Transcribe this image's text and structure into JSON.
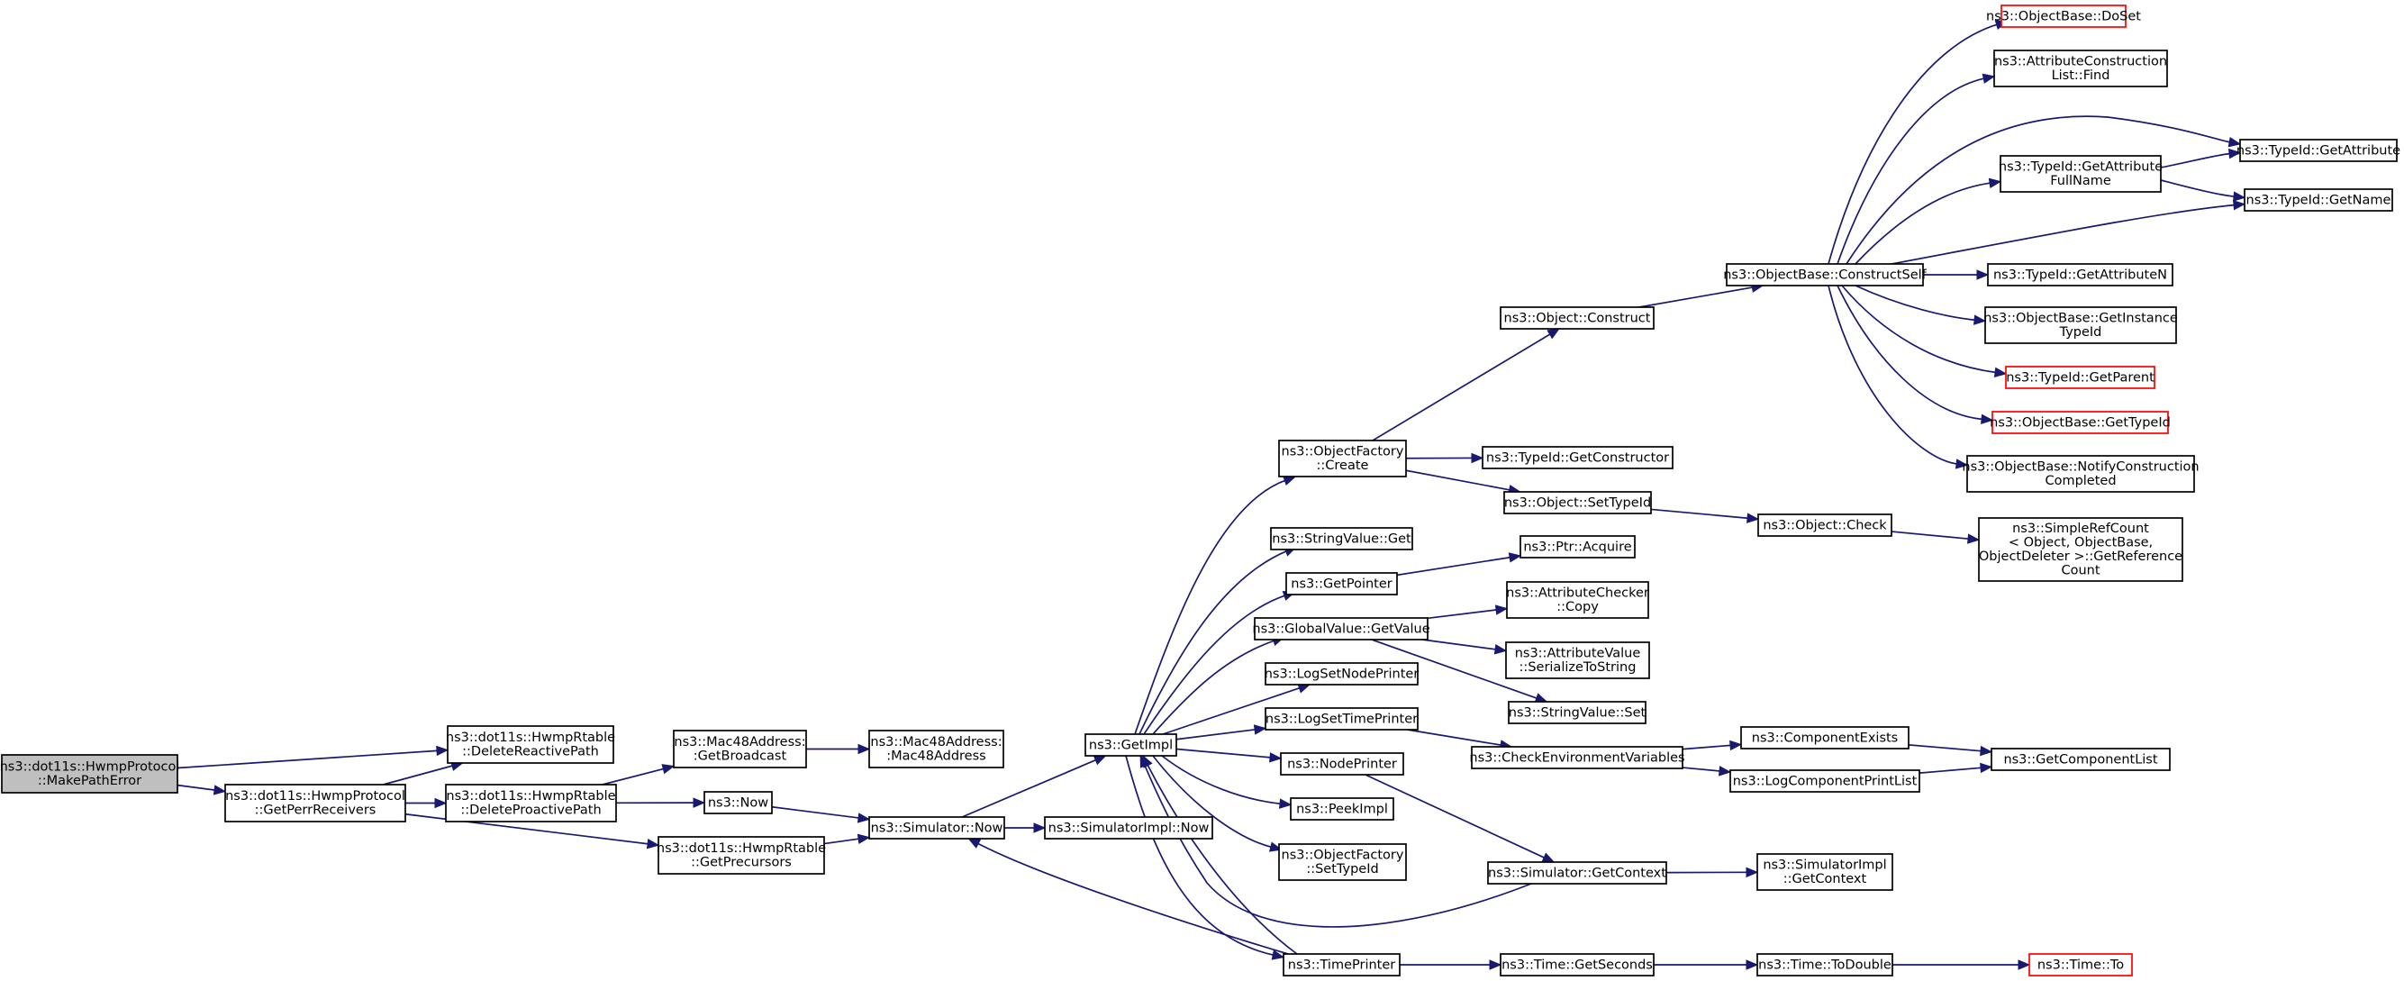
{
  "graph": {
    "kind": "doxygen call graph",
    "colors": {
      "edge": "#191970",
      "root_fill": "#bfbfbf",
      "node_fill": "#ffffff",
      "node_border": "#000000",
      "truncated_border": "#ff0000"
    },
    "nodes": [
      {
        "id": "makepatherror",
        "lines": [
          "ns3::dot11s::HwmpProtocol",
          "::MakePathError"
        ],
        "root": true
      },
      {
        "id": "deletereactivepath",
        "lines": [
          "ns3::dot11s::HwmpRtable",
          "::DeleteReactivePath"
        ]
      },
      {
        "id": "getperrreceivers",
        "lines": [
          "ns3::dot11s::HwmpProtocol",
          "::GetPerrReceivers"
        ]
      },
      {
        "id": "deleteproactivepath",
        "lines": [
          "ns3::dot11s::HwmpRtable",
          "::DeleteProactivePath"
        ]
      },
      {
        "id": "getprecursors",
        "lines": [
          "ns3::dot11s::HwmpRtable",
          "::GetPrecursors"
        ]
      },
      {
        "id": "getbroadcast",
        "lines": [
          "ns3::Mac48Address:",
          ":GetBroadcast"
        ]
      },
      {
        "id": "mac48address",
        "lines": [
          "ns3::Mac48Address:",
          ":Mac48Address"
        ]
      },
      {
        "id": "now",
        "lines": [
          "ns3::Now"
        ]
      },
      {
        "id": "simulatornow",
        "lines": [
          "ns3::Simulator::Now"
        ]
      },
      {
        "id": "simimplnow",
        "lines": [
          "ns3::SimulatorImpl::Now"
        ]
      },
      {
        "id": "getimpl",
        "lines": [
          "ns3::GetImpl"
        ]
      },
      {
        "id": "objectfactorycreate",
        "lines": [
          "ns3::ObjectFactory",
          "::Create"
        ]
      },
      {
        "id": "stringvalueget",
        "lines": [
          "ns3::StringValue::Get"
        ]
      },
      {
        "id": "getpointer",
        "lines": [
          "ns3::GetPointer"
        ]
      },
      {
        "id": "globalvaluegetvalue",
        "lines": [
          "ns3::GlobalValue::GetValue"
        ]
      },
      {
        "id": "logsetnodeprinter",
        "lines": [
          "ns3::LogSetNodePrinter"
        ]
      },
      {
        "id": "logsettimeprinter",
        "lines": [
          "ns3::LogSetTimePrinter"
        ]
      },
      {
        "id": "nodeprinter",
        "lines": [
          "ns3::NodePrinter"
        ]
      },
      {
        "id": "peekimpl",
        "lines": [
          "ns3::PeekImpl"
        ]
      },
      {
        "id": "objectfactorysettypeid",
        "lines": [
          "ns3::ObjectFactory",
          "::SetTypeId"
        ]
      },
      {
        "id": "timeprinter",
        "lines": [
          "ns3::TimePrinter"
        ]
      },
      {
        "id": "objectconstruct",
        "lines": [
          "ns3::Object::Construct"
        ]
      },
      {
        "id": "typeidgetconstructor",
        "lines": [
          "ns3::TypeId::GetConstructor"
        ]
      },
      {
        "id": "objectsettypeid",
        "lines": [
          "ns3::Object::SetTypeId"
        ]
      },
      {
        "id": "ptracquire",
        "lines": [
          "ns3::Ptr::Acquire"
        ]
      },
      {
        "id": "attributecheckercopy",
        "lines": [
          "ns3::AttributeChecker",
          "::Copy"
        ]
      },
      {
        "id": "attributevalueserialize",
        "lines": [
          "ns3::AttributeValue",
          "::SerializeToString"
        ]
      },
      {
        "id": "stringvalueset",
        "lines": [
          "ns3::StringValue::Set"
        ]
      },
      {
        "id": "checkenvvars",
        "lines": [
          "ns3::CheckEnvironmentVariables"
        ]
      },
      {
        "id": "simulatorgetcontext",
        "lines": [
          "ns3::Simulator::GetContext"
        ]
      },
      {
        "id": "timegetseconds",
        "lines": [
          "ns3::Time::GetSeconds"
        ]
      },
      {
        "id": "objectbaseconstructself",
        "lines": [
          "ns3::ObjectBase::ConstructSelf"
        ]
      },
      {
        "id": "objectcheck",
        "lines": [
          "ns3::Object::Check"
        ]
      },
      {
        "id": "componentexists",
        "lines": [
          "ns3::ComponentExists"
        ]
      },
      {
        "id": "logcomponentprintlist",
        "lines": [
          "ns3::LogComponentPrintList"
        ]
      },
      {
        "id": "simimplgetcontext",
        "lines": [
          "ns3::SimulatorImpl",
          "::GetContext"
        ]
      },
      {
        "id": "timetodouble",
        "lines": [
          "ns3::Time::ToDouble"
        ]
      },
      {
        "id": "objectbasedoset",
        "lines": [
          "ns3::ObjectBase::DoSet"
        ],
        "truncated": true
      },
      {
        "id": "attrconstructionlistfind",
        "lines": [
          "ns3::AttributeConstruction",
          "List::Find"
        ]
      },
      {
        "id": "typeidgetattributefullname",
        "lines": [
          "ns3::TypeId::GetAttribute",
          "FullName"
        ]
      },
      {
        "id": "typeidgetattributen",
        "lines": [
          "ns3::TypeId::GetAttributeN"
        ]
      },
      {
        "id": "objectbasegetinstancetypeid",
        "lines": [
          "ns3::ObjectBase::GetInstance",
          "TypeId"
        ]
      },
      {
        "id": "typeidgetparent",
        "lines": [
          "ns3::TypeId::GetParent"
        ],
        "truncated": true
      },
      {
        "id": "objectbasegettypeid",
        "lines": [
          "ns3::ObjectBase::GetTypeId"
        ],
        "truncated": true
      },
      {
        "id": "objectbasenotifyconstruction",
        "lines": [
          "ns3::ObjectBase::NotifyConstruction",
          "Completed"
        ]
      },
      {
        "id": "simplerefcount",
        "lines": [
          "ns3::SimpleRefCount",
          "< Object, ObjectBase,",
          " ObjectDeleter >::GetReference",
          "Count"
        ]
      },
      {
        "id": "getcomponentlist",
        "lines": [
          "ns3::GetComponentList"
        ]
      },
      {
        "id": "timeto",
        "lines": [
          "ns3::Time::To"
        ],
        "truncated": true
      },
      {
        "id": "typeidgetattribute",
        "lines": [
          "ns3::TypeId::GetAttribute"
        ]
      },
      {
        "id": "typeidgetname",
        "lines": [
          "ns3::TypeId::GetName"
        ]
      }
    ],
    "edges": [
      [
        "makepatherror",
        "deletereactivepath"
      ],
      [
        "makepatherror",
        "getperrreceivers"
      ],
      [
        "getperrreceivers",
        "deletereactivepath"
      ],
      [
        "getperrreceivers",
        "deleteproactivepath"
      ],
      [
        "getperrreceivers",
        "getprecursors"
      ],
      [
        "deleteproactivepath",
        "getbroadcast"
      ],
      [
        "deleteproactivepath",
        "now"
      ],
      [
        "getbroadcast",
        "mac48address"
      ],
      [
        "now",
        "simulatornow"
      ],
      [
        "getprecursors",
        "simulatornow"
      ],
      [
        "simulatornow",
        "getimpl"
      ],
      [
        "simulatornow",
        "simimplnow"
      ],
      [
        "getimpl",
        "objectfactorycreate"
      ],
      [
        "getimpl",
        "stringvalueget"
      ],
      [
        "getimpl",
        "getpointer"
      ],
      [
        "getimpl",
        "globalvaluegetvalue"
      ],
      [
        "getimpl",
        "logsetnodeprinter"
      ],
      [
        "getimpl",
        "logsettimeprinter"
      ],
      [
        "getimpl",
        "nodeprinter"
      ],
      [
        "getimpl",
        "peekimpl"
      ],
      [
        "getimpl",
        "objectfactorysettypeid"
      ],
      [
        "getimpl",
        "timeprinter"
      ],
      [
        "objectfactorycreate",
        "objectconstruct"
      ],
      [
        "objectfactorycreate",
        "typeidgetconstructor"
      ],
      [
        "objectfactorycreate",
        "objectsettypeid"
      ],
      [
        "getpointer",
        "ptracquire"
      ],
      [
        "globalvaluegetvalue",
        "attributecheckercopy"
      ],
      [
        "globalvaluegetvalue",
        "attributevalueserialize"
      ],
      [
        "globalvaluegetvalue",
        "stringvalueset"
      ],
      [
        "logsettimeprinter",
        "checkenvvars"
      ],
      [
        "nodeprinter",
        "simulatorgetcontext"
      ],
      [
        "simulatorgetcontext",
        "getimpl"
      ],
      [
        "simulatorgetcontext",
        "simimplgetcontext"
      ],
      [
        "timeprinter",
        "simulatornow"
      ],
      [
        "timeprinter",
        "timegetseconds"
      ],
      [
        "timeprinter",
        "getimpl"
      ],
      [
        "objectconstruct",
        "objectbaseconstructself"
      ],
      [
        "objectsettypeid",
        "objectcheck"
      ],
      [
        "objectcheck",
        "simplerefcount"
      ],
      [
        "checkenvvars",
        "componentexists"
      ],
      [
        "checkenvvars",
        "logcomponentprintlist"
      ],
      [
        "componentexists",
        "getcomponentlist"
      ],
      [
        "logcomponentprintlist",
        "getcomponentlist"
      ],
      [
        "timegetseconds",
        "timetodouble"
      ],
      [
        "timetodouble",
        "timeto"
      ],
      [
        "objectbaseconstructself",
        "objectbasedoset"
      ],
      [
        "objectbaseconstructself",
        "attrconstructionlistfind"
      ],
      [
        "objectbaseconstructself",
        "typeidgetattribute"
      ],
      [
        "objectbaseconstructself",
        "typeidgetattributefullname"
      ],
      [
        "objectbaseconstructself",
        "typeidgetname"
      ],
      [
        "objectbaseconstructself",
        "typeidgetattributen"
      ],
      [
        "objectbaseconstructself",
        "objectbasegetinstancetypeid"
      ],
      [
        "objectbaseconstructself",
        "typeidgetparent"
      ],
      [
        "objectbaseconstructself",
        "objectbasegettypeid"
      ],
      [
        "objectbaseconstructself",
        "objectbasenotifyconstruction"
      ],
      [
        "typeidgetattributefullname",
        "typeidgetattribute"
      ],
      [
        "typeidgetattributefullname",
        "typeidgetname"
      ]
    ]
  }
}
